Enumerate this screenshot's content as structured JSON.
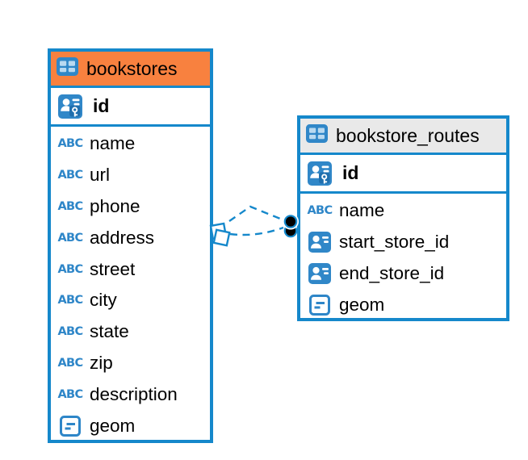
{
  "colors": {
    "accent_blue": "#1588cb",
    "icon_blue": "#2e86c8",
    "icon_fill_blue": "#3087c8",
    "icon_cell_light": "#b9d9f0",
    "header_orange": "#f8813f",
    "header_gray": "#e9e9e9",
    "row_background": "#ffffff",
    "text": "#000000",
    "endpoint_black": "#000000"
  },
  "icons": {
    "text_type_label": "ABC"
  },
  "tables": [
    {
      "name": "bookstores",
      "header_style": "orange",
      "primary_key": {
        "name": "id",
        "icon": "primary-key-icon"
      },
      "columns": [
        {
          "name": "name",
          "icon": "text-type-icon"
        },
        {
          "name": "url",
          "icon": "text-type-icon"
        },
        {
          "name": "phone",
          "icon": "text-type-icon"
        },
        {
          "name": "address",
          "icon": "text-type-icon"
        },
        {
          "name": "street",
          "icon": "text-type-icon"
        },
        {
          "name": "city",
          "icon": "text-type-icon"
        },
        {
          "name": "state",
          "icon": "text-type-icon"
        },
        {
          "name": "zip",
          "icon": "text-type-icon"
        },
        {
          "name": "description",
          "icon": "text-type-icon"
        },
        {
          "name": "geom",
          "icon": "geometry-type-icon"
        }
      ]
    },
    {
      "name": "bookstore_routes",
      "header_style": "gray",
      "primary_key": {
        "name": "id",
        "icon": "primary-key-icon"
      },
      "columns": [
        {
          "name": "name",
          "icon": "text-type-icon"
        },
        {
          "name": "start_store_id",
          "icon": "reference-type-icon"
        },
        {
          "name": "end_store_id",
          "icon": "reference-type-icon"
        },
        {
          "name": "geom",
          "icon": "geometry-type-icon"
        }
      ]
    }
  ],
  "relationship": {
    "from_table": "bookstore_routes",
    "to_table": "bookstores",
    "line_style": "dashed",
    "line_count": 2,
    "left_marker": "double-diamond",
    "right_marker": "double-dot"
  }
}
